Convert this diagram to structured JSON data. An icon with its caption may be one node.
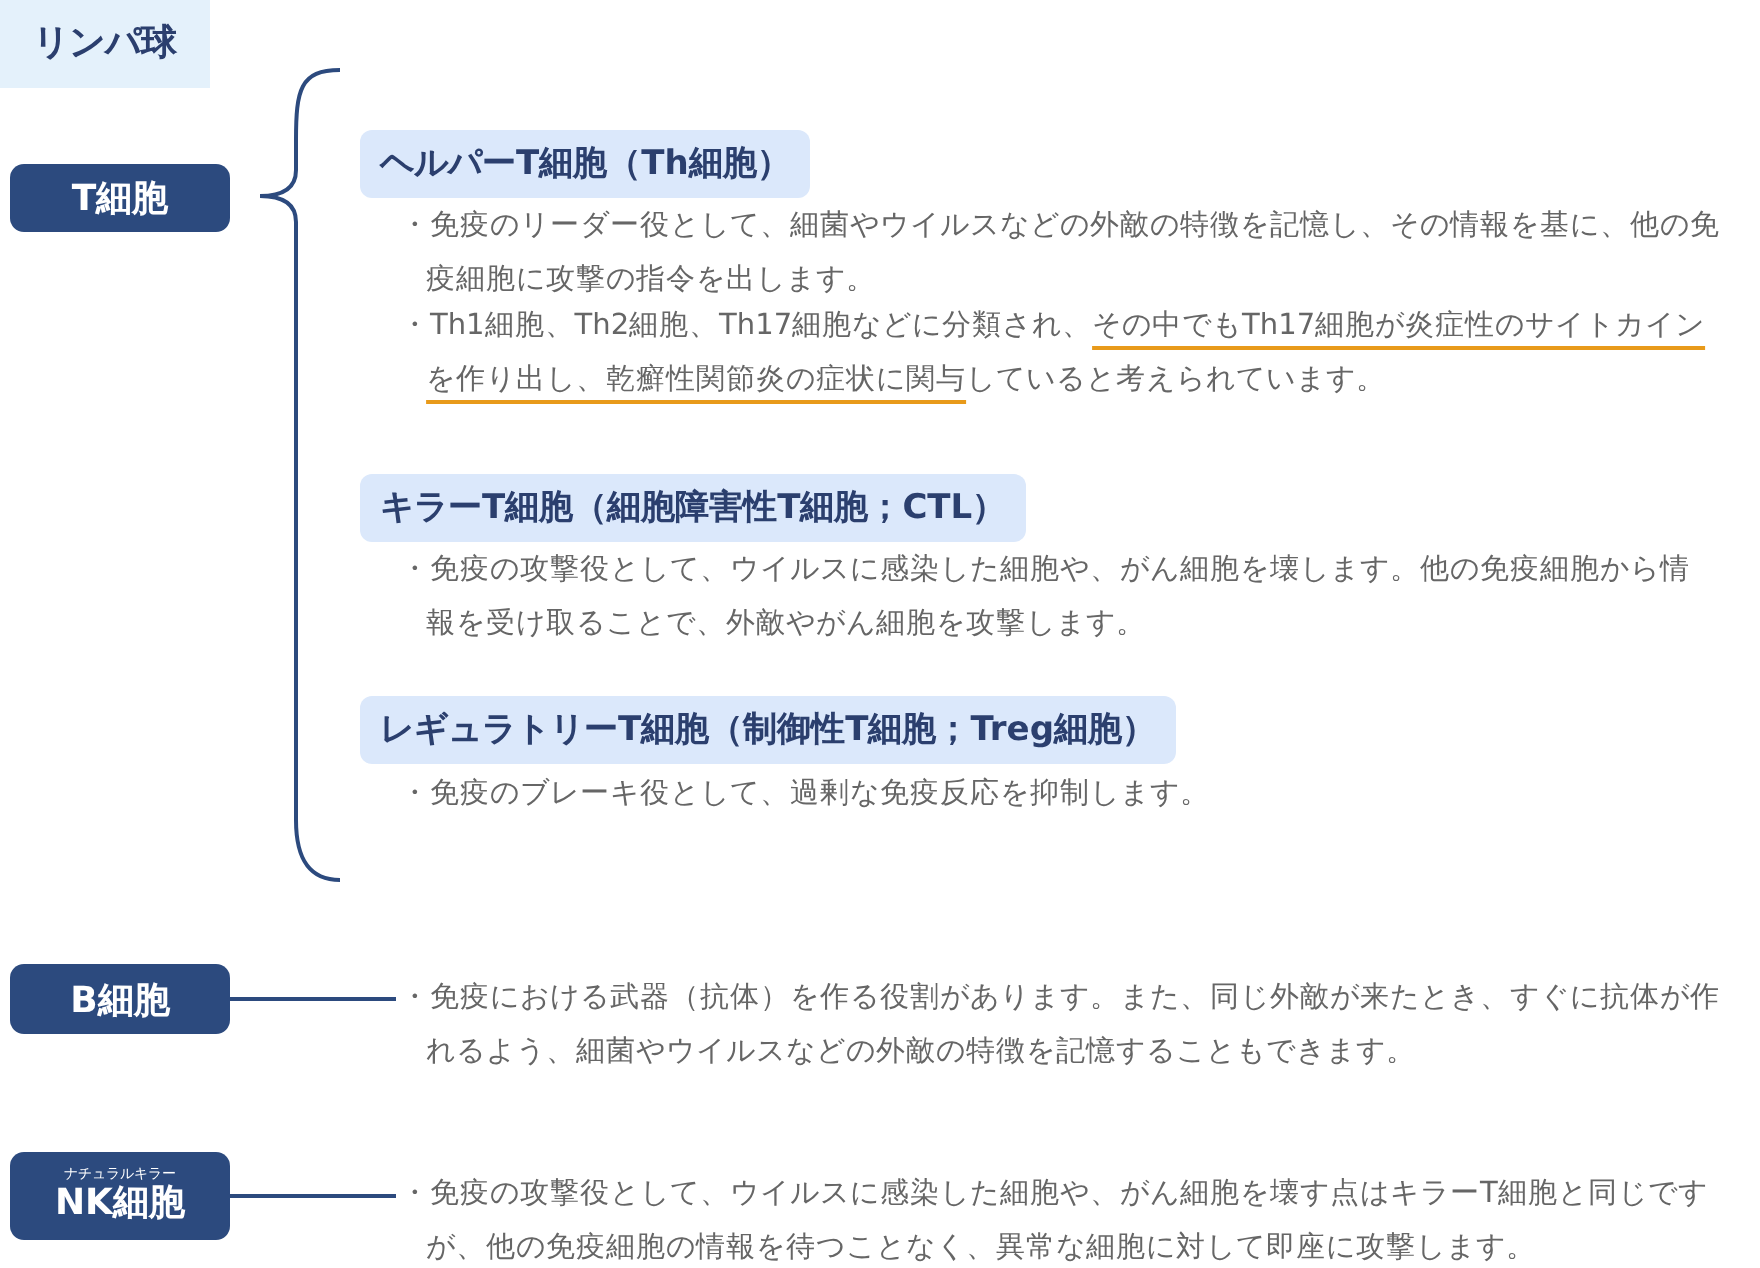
{
  "diagram": {
    "title": "リンパ球",
    "nodes": [
      {
        "text": [
          "T細胞"
        ]
      },
      {
        "text": [
          "ヘルパーT細胞（Th細胞）"
        ],
        "beside": [
          "・免疫のリーダー役として、細菌やウイルスなどの外敵の特徴を記憶し、その情報を基に、他の免疫細胞に攻撃の指令を出します。",
          "・Th1細胞、Th2細胞、Th17細胞などに分類され、**その中でもTh17細胞が炎症性のサイトカインを作り出し、乾癬性関節炎の症状に関与**していると考えられています。"
        ]
      },
      {
        "text": [
          "キラーT細胞（細胞障害性T細胞；CTL）"
        ],
        "beside": [
          "・免疫の攻撃役として、ウイルスに感染した細胞や、がん細胞を壊します。他の免疫細胞から情報を受け取ることで、外敵やがん細胞を攻撃します。"
        ]
      },
      {
        "text": [
          "レギュラトリーT細胞（制御性T細胞；Treg細胞）"
        ],
        "beside": [
          "・免疫のブレーキ役として、過剰な免疫反応を抑制します。"
        ]
      },
      {
        "text": [
          "B細胞"
        ]
      },
      {
        "text": [
          "・免疫における武器（抗体）を作る役割があります。また、同じ外敵が来たとき、すぐに抗体が作れるよう、細菌やウイルスなどの外敵の特徴を記憶することもできます。"
        ]
      },
      {
        "text": [
          "ナチュラルキラー",
          "NK細胞"
        ]
      },
      {
        "text": [
          "・免疫の攻撃役として、ウイルスに感染した細胞や、がん細胞を壊す点はキラーT細胞と同じですが、他の免疫細胞の情報を待つことなく、異常な細胞に対して即座に攻撃します。"
        ]
      }
    ],
    "edges": [
      {
        "from": 4,
        "to": 5,
        "arrow": "none"
      },
      {
        "from": 6,
        "to": 7,
        "arrow": "none"
      }
    ]
  }
}
